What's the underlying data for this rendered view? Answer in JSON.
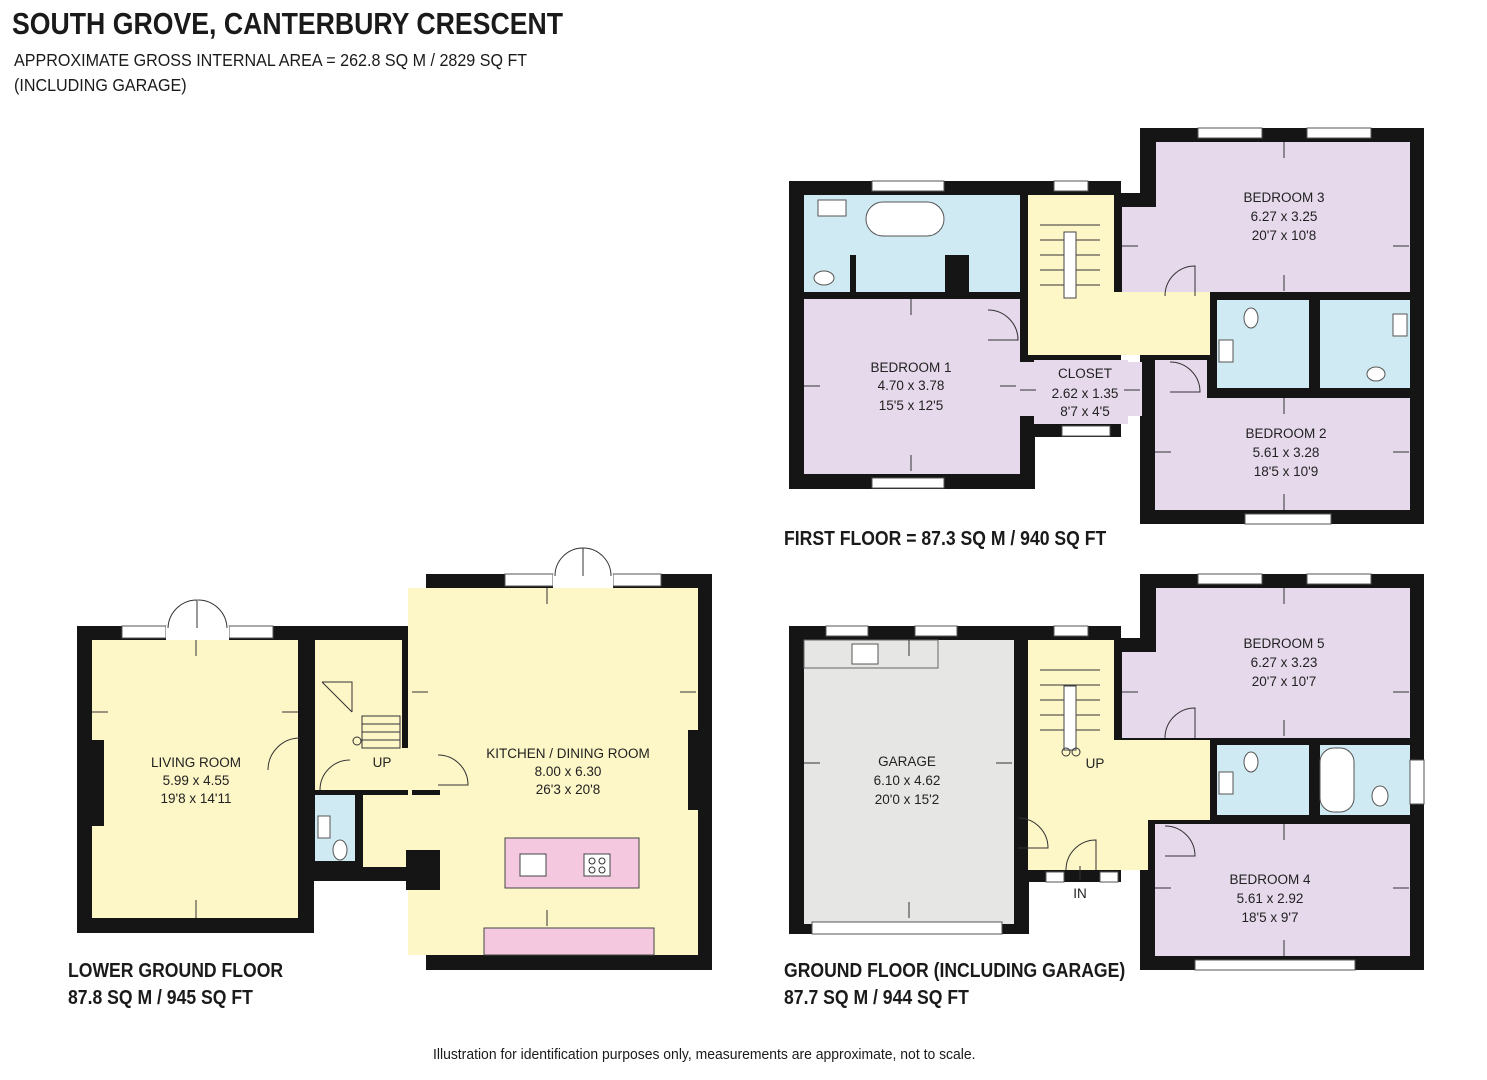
{
  "header": {
    "title": "SOUTH GROVE, CANTERBURY CRESCENT",
    "area_line": "APPROXIMATE GROSS INTERNAL AREA = 262.8 SQ M / 2829 SQ FT",
    "area_note": "(INCLUDING GARAGE)"
  },
  "floors": {
    "lower": {
      "name": "LOWER GROUND FLOOR",
      "area": "87.8 SQ M / 945 SQ FT"
    },
    "first": {
      "name": "FIRST FLOOR = 87.3 SQ M / 940 SQ FT"
    },
    "ground": {
      "name": "GROUND FLOOR (INCLUDING GARAGE)",
      "area": "87.7 SQ M / 944 SQ FT"
    }
  },
  "rooms": {
    "living": {
      "name": "LIVING ROOM",
      "metric": "5.99 x 4.55",
      "imperial": "19'8 x 14'11"
    },
    "kitchen": {
      "name": "KITCHEN / DINING ROOM",
      "metric": "8.00 x 6.30",
      "imperial": "26'3 x 20'8"
    },
    "bed1": {
      "name": "BEDROOM 1",
      "metric": "4.70 x 3.78",
      "imperial": "15'5 x 12'5"
    },
    "closet": {
      "name": "CLOSET",
      "metric": "2.62 x 1.35",
      "imperial": "8'7 x 4'5"
    },
    "bed2": {
      "name": "BEDROOM 2",
      "metric": "5.61 x 3.28",
      "imperial": "18'5 x 10'9"
    },
    "bed3": {
      "name": "BEDROOM 3",
      "metric": "6.27 x 3.25",
      "imperial": "20'7 x 10'8"
    },
    "garage": {
      "name": "GARAGE",
      "metric": "6.10 x 4.62",
      "imperial": "20'0 x 15'2"
    },
    "bed4": {
      "name": "BEDROOM 4",
      "metric": "5.61 x 2.92",
      "imperial": "18'5 x 9'7"
    },
    "bed5": {
      "name": "BEDROOM 5",
      "metric": "6.27 x 3.23",
      "imperial": "20'7 x 10'7"
    }
  },
  "markers": {
    "up": "UP",
    "in": "IN"
  },
  "footer": "Illustration for identification purposes only, measurements are approximate, not to scale.",
  "colors": {
    "wall": "#151515",
    "living_kitchen_hall": "#fdf6c7",
    "bedrooms": "#e6d9ec",
    "bathrooms": "#cfeaf2",
    "garage": "#e6e7e4",
    "kitchen_units": "#f4c9df"
  }
}
